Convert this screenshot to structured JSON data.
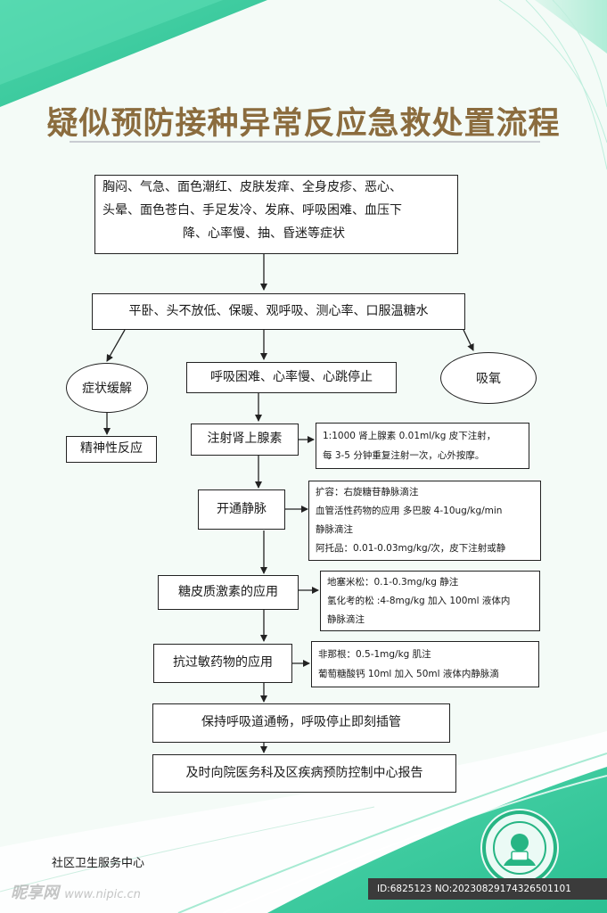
{
  "title": "疑似预防接种异常反应急救处置流程",
  "symptoms": {
    "line1": "胸闷、气急、面色潮红、皮肤发痒、全身皮疹、恶心、",
    "line2": "头晕、面色苍白、手足发冷、发麻、呼吸困难、血压下",
    "line3": "降、心率慢、抽、昏迷等症状"
  },
  "first_aid": "平卧、头不放低、保暖、观呼吸、测心率、口服温糖水",
  "relief": "症状缓解",
  "psych": "精神性反应",
  "oxygen": "吸氧",
  "critical": "呼吸困难、心率慢、心跳停止",
  "adrenaline": {
    "label": "注射肾上腺素",
    "note1": "1:1000 肾上腺素 0.01ml/kg 皮下注射，",
    "note2": "每 3-5 分钟重复注射一次，心外按摩。"
  },
  "iv": {
    "label": "开通静脉",
    "note1": "扩容：右旋糖苷静脉滴注",
    "note2": "血管活性药物的应用 多巴胺 4-10ug/kg/min",
    "note3": "静脉滴注",
    "note4": "阿托品：0.01-0.03mg/kg/次，皮下注射或静"
  },
  "steroid": {
    "label": "糖皮质激素的应用",
    "note1": "地塞米松：0.1-0.3mg/kg 静注",
    "note2": "氢化考的松 :4-8mg/kg 加入 100ml 液体内",
    "note3": "静脉滴注"
  },
  "antiallergy": {
    "label": "抗过敏药物的应用",
    "note1": "非那根：0.5-1mg/kg 肌注",
    "note2": "葡萄糖酸钙 10ml 加入 50ml 液体内静脉滴"
  },
  "airway": "保持呼吸道通畅，呼吸停止即刻插管",
  "report": "及时向院医务科及区疾病预防控制中心报告",
  "footer": "社区卫生服务中心",
  "watermark": {
    "brand": "昵享网",
    "url": "www.nipic.cn"
  },
  "id_text": "ID:6825123 NO:20230829174326501101",
  "colors": {
    "title": "#8b6c3e",
    "accent": "#2fc89a",
    "background": "#f4fbf7"
  }
}
